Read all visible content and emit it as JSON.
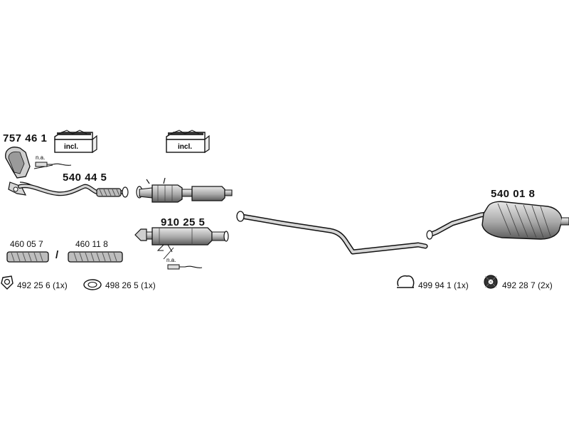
{
  "parts": {
    "manifold": {
      "number": "757 46 1"
    },
    "front_pipe": {
      "number": "540 44 5"
    },
    "catalyst": {
      "number": "910 25 5"
    },
    "rear_silencer": {
      "number": "540 01 8"
    },
    "flex_a": {
      "number": "460 05 7"
    },
    "flex_b": {
      "number": "460 11 8"
    }
  },
  "separator": "/",
  "hardware": [
    {
      "number": "492 25 6 (1x)",
      "icon": "gasket-ring-icon"
    },
    {
      "number": "498 26 5 (1x)",
      "icon": "oval-gasket-icon"
    },
    {
      "number": "499 94 1 (1x)",
      "icon": "clamp-icon"
    },
    {
      "number": "492 28 7 (2x)",
      "icon": "rubber-mount-icon"
    }
  ],
  "kit_box_label": "incl.",
  "not_available": "n.a.",
  "colors": {
    "line": "#111111",
    "fill_light": "#d9d9d9",
    "fill_mid": "#b0b0b0",
    "fill_dark": "#7a7a7a"
  }
}
